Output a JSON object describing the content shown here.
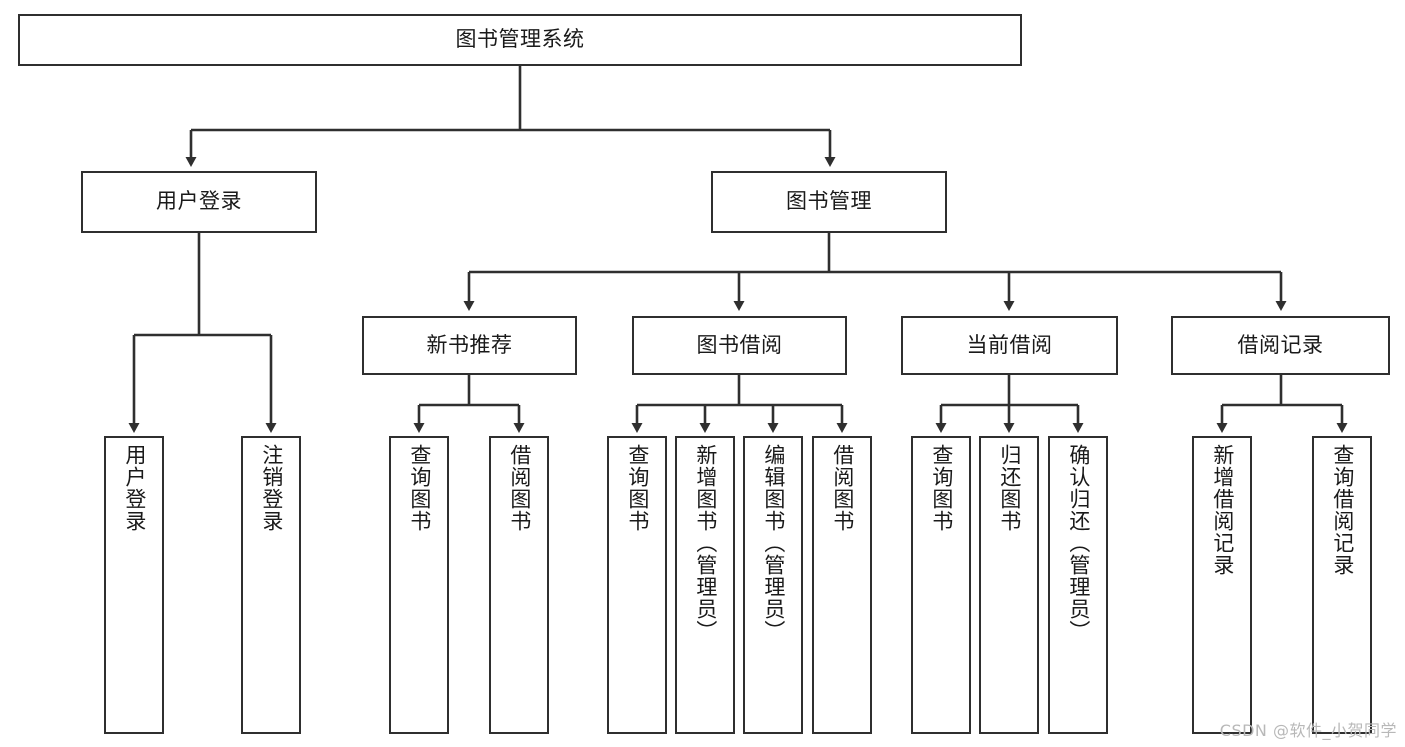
{
  "diagram": {
    "type": "tree-hierarchy",
    "title": "图书管理系统",
    "root": {
      "id": "root",
      "label": "图书管理系统"
    },
    "level2": [
      {
        "id": "user-login",
        "label": "用户登录"
      },
      {
        "id": "book-manage",
        "label": "图书管理"
      }
    ],
    "level3": [
      {
        "id": "new-book-rec",
        "label": "新书推荐",
        "parent": "book-manage"
      },
      {
        "id": "book-borrow",
        "label": "图书借阅",
        "parent": "book-manage"
      },
      {
        "id": "current-borrow",
        "label": "当前借阅",
        "parent": "book-manage"
      },
      {
        "id": "borrow-record",
        "label": "借阅记录",
        "parent": "book-manage"
      }
    ],
    "leaves": [
      {
        "id": "leaf-user-login",
        "label": "用户登录",
        "parent": "user-login"
      },
      {
        "id": "leaf-logout",
        "label": "注销登录",
        "parent": "user-login"
      },
      {
        "id": "leaf-query-book-1",
        "label": "查询图书",
        "parent": "new-book-rec"
      },
      {
        "id": "leaf-borrow-book-1",
        "label": "借阅图书",
        "parent": "new-book-rec"
      },
      {
        "id": "leaf-query-book-2",
        "label": "查询图书",
        "parent": "book-borrow"
      },
      {
        "id": "leaf-add-book",
        "label": "新增图书（管理员）",
        "parent": "book-borrow"
      },
      {
        "id": "leaf-edit-book",
        "label": "编辑图书（管理员）",
        "parent": "book-borrow"
      },
      {
        "id": "leaf-borrow-book-2",
        "label": "借阅图书",
        "parent": "book-borrow"
      },
      {
        "id": "leaf-query-book-3",
        "label": "查询图书",
        "parent": "current-borrow"
      },
      {
        "id": "leaf-return-book",
        "label": "归还图书",
        "parent": "current-borrow"
      },
      {
        "id": "leaf-confirm-return",
        "label": "确认归还（管理员）",
        "parent": "current-borrow"
      },
      {
        "id": "leaf-add-record",
        "label": "新增借阅记录",
        "parent": "borrow-record"
      },
      {
        "id": "leaf-query-record",
        "label": "查询借阅记录",
        "parent": "borrow-record"
      }
    ],
    "colors": {
      "stroke": "#2f2f2f",
      "fill": "#ffffff",
      "text": "#1a1a1a",
      "watermark": "#b8b8b8"
    }
  },
  "watermark": {
    "text": "CSDN @软件_小贺同学"
  }
}
